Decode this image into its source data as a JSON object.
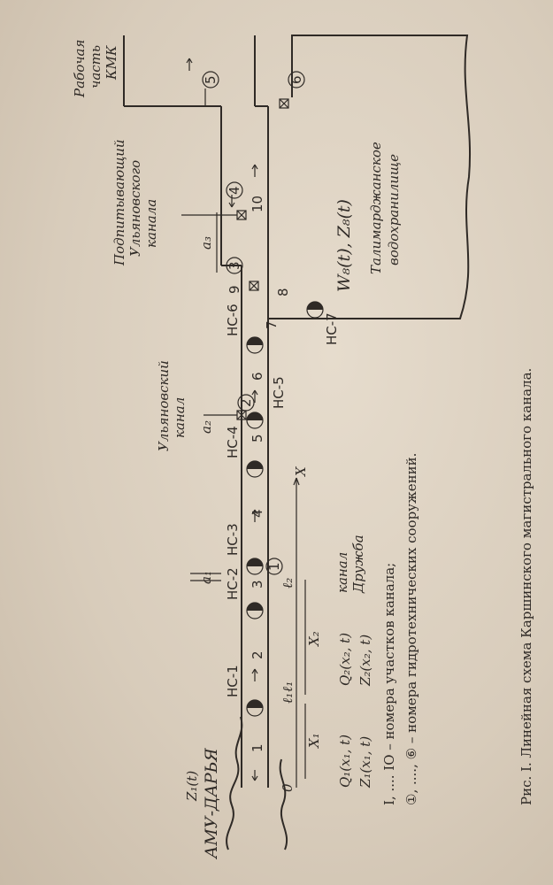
{
  "caption": "Рис. I. Линейная схема Каршинского магистрального канала.",
  "legend": {
    "sections": "I, .... IO – номера участков канала;",
    "structures_prefix": "①, ...., ⑥",
    "structures": " – номера гидротехнических сооружений."
  },
  "places": {
    "amu_darya": "АМУ-ДАРЬЯ",
    "kmk": [
      "Рабочая",
      "часть",
      "КМК"
    ],
    "ulyanov_canal": [
      "Ульяновский",
      "канал"
    ],
    "ulyanov_feeder": [
      "Подпитывающий",
      "Ульяновского",
      "канала"
    ],
    "druzhba": [
      "канал",
      "Дружба"
    ],
    "reservoir": [
      "Талимарджанское",
      "водохранилище"
    ]
  },
  "pumps": [
    "НС-1",
    "НС-2",
    "НС-3",
    "НС-4",
    "НС-5",
    "НС-6",
    "НС-7"
  ],
  "section_numbers": [
    "1",
    "2",
    "3",
    "4",
    "5",
    "6",
    "7",
    "8",
    "9",
    "10"
  ],
  "structure_numbers": [
    "1",
    "2",
    "3",
    "4",
    "5",
    "6"
  ],
  "formulas": {
    "z1": "Z₁(t)",
    "q1": "Q₁(x₁, t)",
    "z1x": "Z₁(x₁, t)",
    "q2": "Q₂(x₂, t)",
    "z2x": "Z₂(x₂, t)",
    "wz": "W₈(t),  Z₈(t)",
    "x1": "X₁",
    "x2": "X₂",
    "x": "X",
    "zero": "0",
    "l1": "ℓ₁",
    "l2": "ℓ₂",
    "l1b": "ℓ₁",
    "a1": "a₁",
    "a2": "a₂",
    "a3": "a₃"
  }
}
